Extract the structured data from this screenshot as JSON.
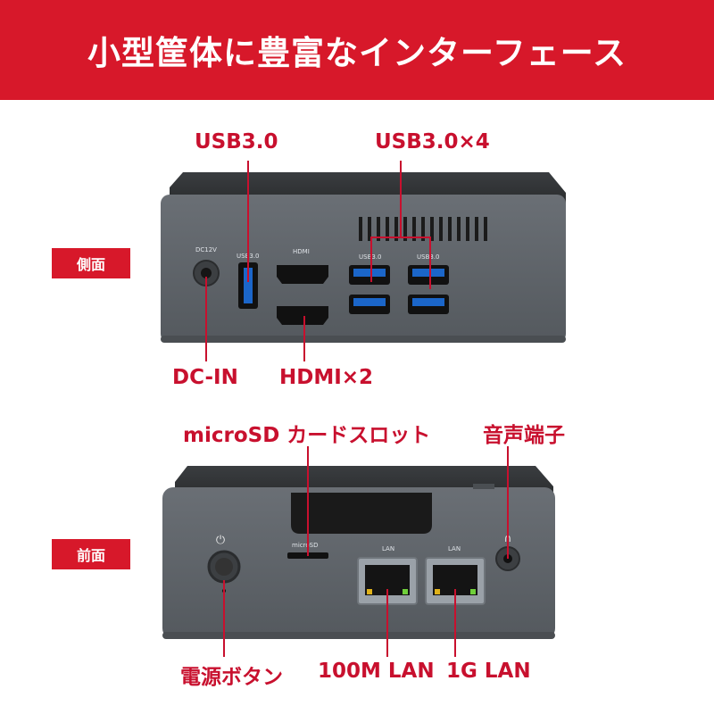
{
  "banner": {
    "title": "小型筐体に豊富なインターフェース"
  },
  "side": {
    "tag": "側面",
    "labels": {
      "usb_single": "USB3.0",
      "usb_quad": "USB3.0×4",
      "dc_in": "DC-IN",
      "hdmi": "HDMI×2"
    },
    "print": {
      "dc": "DC12V",
      "usb_a": "USB3.0",
      "hdmi": "HDMI",
      "usb_b": "USB3.0",
      "usb_c": "USB3.0"
    }
  },
  "front": {
    "tag": "前面",
    "labels": {
      "microsd": "microSD カードスロット",
      "audio": "音声端子",
      "power": "電源ボタン",
      "lan100": "100M LAN",
      "lan1g": "1G LAN"
    },
    "print": {
      "microsd": "microSD",
      "lan1": "LAN",
      "lan2": "LAN"
    }
  },
  "colors": {
    "accent": "#d7182a",
    "label": "#c8102e",
    "case": "#5d6268"
  }
}
